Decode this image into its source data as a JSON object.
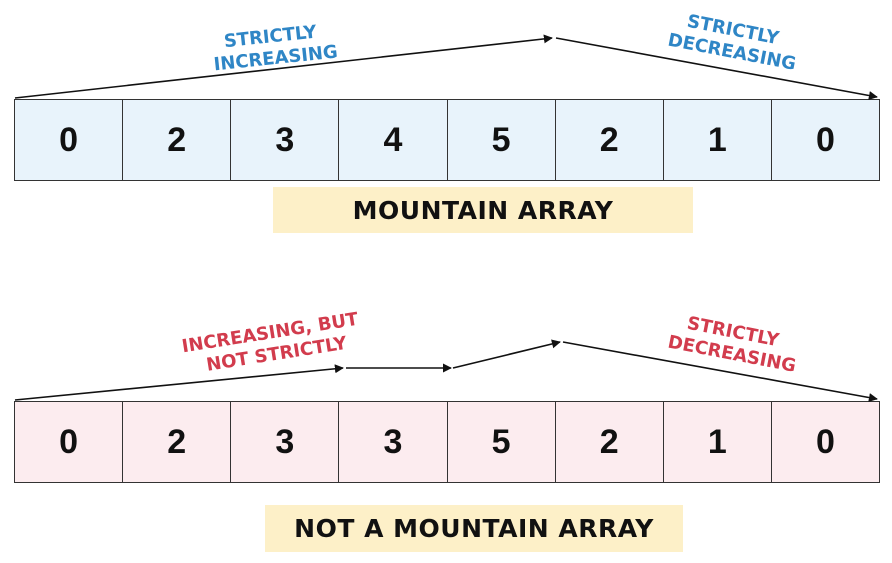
{
  "top": {
    "cells": [
      "0",
      "2",
      "3",
      "4",
      "5",
      "2",
      "1",
      "0"
    ],
    "label_increasing": [
      "STRICTLY",
      "INCREASING"
    ],
    "label_decreasing": [
      "STRICTLY",
      "DECREASING"
    ],
    "caption": "MOUNTAIN ARRAY",
    "label_color": "#2f86c6",
    "cell_background": "#e8f3fb"
  },
  "bottom": {
    "cells": [
      "0",
      "2",
      "3",
      "3",
      "5",
      "2",
      "1",
      "0"
    ],
    "label_increasing": [
      "INCREASING, BUT",
      "NOT STRICTLY"
    ],
    "label_decreasing": [
      "STRICTLY",
      "DECREASING"
    ],
    "caption": "NOT A MOUNTAIN ARRAY",
    "label_color": "#d23c4d",
    "cell_background": "#fcecef"
  },
  "caption_background": "#fdf0c8"
}
